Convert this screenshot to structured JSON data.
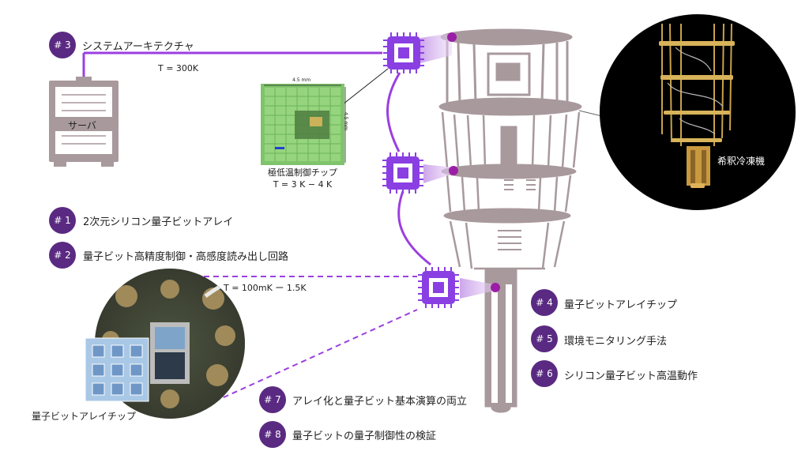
{
  "items": [
    {
      "num": "# 3",
      "text": "システムアーキテクチャ"
    },
    {
      "num": "# 1",
      "text": "2次元シリコン量子ビットアレイ"
    },
    {
      "num": "# 2",
      "text": "量子ビット高精度制御・高感度読み出し回路"
    },
    {
      "num": "# 4",
      "text": "量子ビットアレイチップ"
    },
    {
      "num": "# 5",
      "text": "環境モニタリング手法"
    },
    {
      "num": "# 6",
      "text": "シリコン量子ビット高温動作"
    },
    {
      "num": "# 7",
      "text": "アレイ化と量子ビット基本演算の両立"
    },
    {
      "num": "# 8",
      "text": "量子ビットの量子制御性の検証"
    }
  ],
  "labels": {
    "server": "サーバ",
    "t300": "T = 300K",
    "chip_title": "極低温制御チップ",
    "chip_temp": "T = 3 K − 4 K",
    "chip_dim": "4.5 mm",
    "t100": "T = 100mK ー 1.5K",
    "array_chip": "量子ビットアレイチップ",
    "fridge": "希釈冷凍機"
  },
  "colors": {
    "badge": "#5a2a82",
    "accent": "#9b3fe0",
    "fridge": "#a8999d",
    "chip": "#8a3fe3"
  }
}
